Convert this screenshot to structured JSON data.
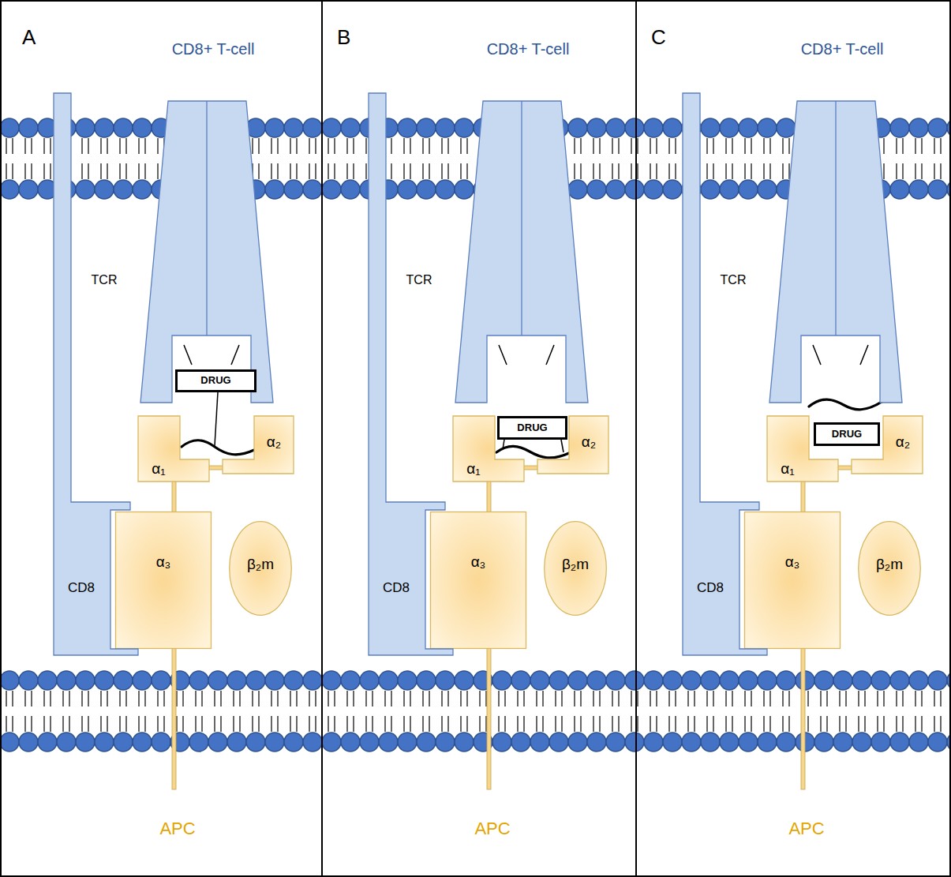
{
  "diagram": {
    "nodes": [
      {
        "text": [
          "A",
          "CD8+ T-cell",
          "APC"
        ]
      },
      {
        "text": [
          "TCR"
        ],
        "in": 0
      },
      {
        "text": [
          "DRUG"
        ],
        "in": 0
      },
      {
        "text": [
          "α₁"
        ],
        "in": 0
      },
      {
        "text": [
          "α₂"
        ],
        "in": 0
      },
      {
        "text": [
          "α₃"
        ],
        "in": 0
      },
      {
        "text": [
          "β₂m"
        ],
        "in": 0
      },
      {
        "text": [
          "CD8"
        ],
        "in": 0
      },
      {
        "text": [
          "B",
          "CD8+ T-cell",
          "APC"
        ]
      },
      {
        "text": [
          "TCR"
        ],
        "in": 8
      },
      {
        "text": [
          "DRUG"
        ],
        "in": 8
      },
      {
        "text": [
          "α₁"
        ],
        "in": 8
      },
      {
        "text": [
          "α₂"
        ],
        "in": 8
      },
      {
        "text": [
          "α₃"
        ],
        "in": 8
      },
      {
        "text": [
          "β₂m"
        ],
        "in": 8
      },
      {
        "text": [
          "CD8"
        ],
        "in": 8
      },
      {
        "text": [
          "C",
          "CD8+ T-cell",
          "APC"
        ]
      },
      {
        "text": [
          "TCR"
        ],
        "in": 16
      },
      {
        "text": [
          "DRUG"
        ],
        "in": 16
      },
      {
        "text": [
          "α₁"
        ],
        "in": 16
      },
      {
        "text": [
          "α₂"
        ],
        "in": 16
      },
      {
        "text": [
          "α₃"
        ],
        "in": 16
      },
      {
        "text": [
          "β₂m"
        ],
        "in": 16
      },
      {
        "text": [
          "CD8"
        ],
        "in": 16
      }
    ]
  }
}
